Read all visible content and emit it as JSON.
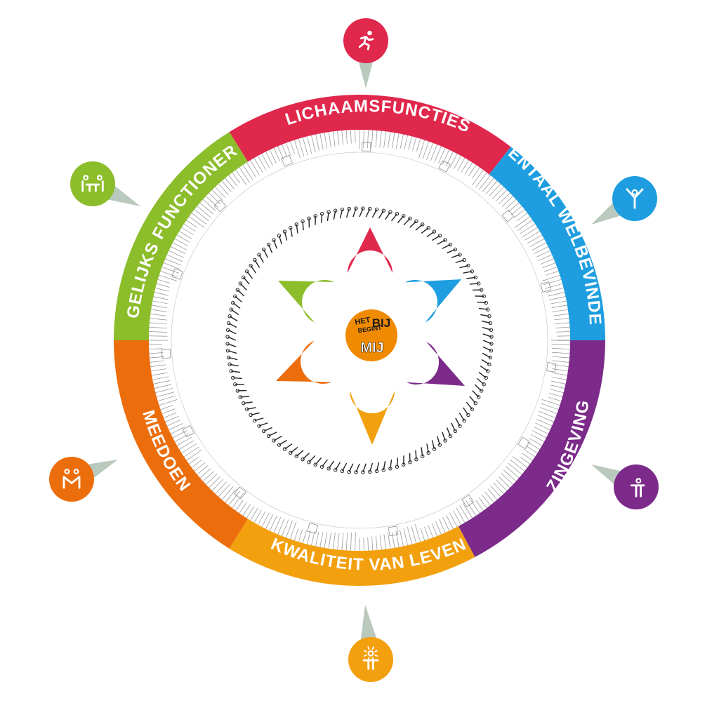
{
  "segments": [
    {
      "id": "lichaamsfuncties",
      "label": "LICHAAMSFUNCTIES",
      "color": "#e0284d",
      "icon": "running-person-icon"
    },
    {
      "id": "mentaal",
      "label": "MENTAAL WELBEVINDEN",
      "color": "#1e9ee0",
      "icon": "raised-arms-person-icon"
    },
    {
      "id": "zingeving",
      "label": "ZINGEVING",
      "color": "#7c2b8a",
      "icon": "person-heart-icon"
    },
    {
      "id": "kwaliteit",
      "label": "KWALITEIT VAN LEVEN",
      "color": "#f3a00f",
      "icon": "person-sun-icon"
    },
    {
      "id": "meedoen",
      "label": "MEEDOEN",
      "color": "#ec6d0c",
      "icon": "two-people-icon"
    },
    {
      "id": "dagelijks",
      "label": "DAGELIJKS FUNCTIONEREN",
      "color": "#8cbd2b",
      "icon": "people-at-table-icon"
    }
  ],
  "center_logo": {
    "line1": "HET",
    "line2": "BEGINT",
    "line3": "BIJ",
    "line4": "MIJ",
    "color": "#f08a00"
  },
  "pointer_color": "#b9c9bd"
}
